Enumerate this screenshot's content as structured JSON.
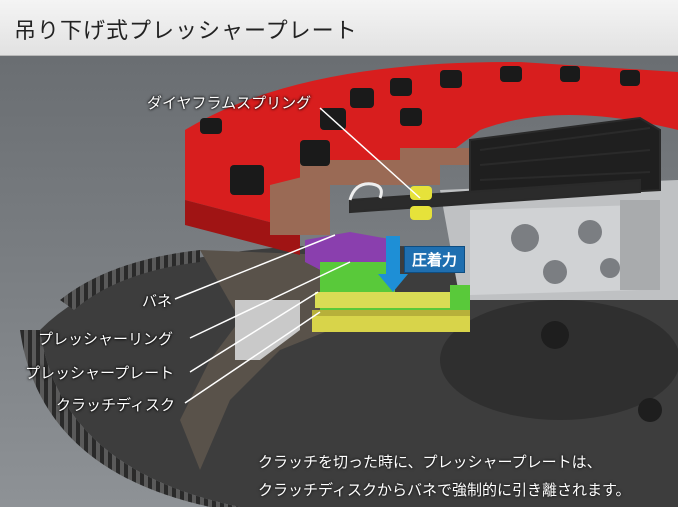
{
  "header": {
    "title": "吊り下げ式プレッシャープレート"
  },
  "labels": {
    "diaphragm_spring": "ダイヤフラムスプリング",
    "spring": "バネ",
    "pressure_ring": "プレッシャーリング",
    "pressure_plate": "プレッシャープレート",
    "clutch_disc": "クラッチディスク"
  },
  "force_badge": "圧着力",
  "caption": {
    "line1": "クラッチを切った時に、プレッシャープレートは、",
    "line2": "クラッチディスクからバネで強制的に引き離されます。"
  },
  "colors": {
    "cover_red": "#d81e1e",
    "friction_brown": "#9a6a55",
    "pressure_plate_yellow": "#d9dc55",
    "pressure_ring_purple": "#8a3fae",
    "spring_green": "#59c93a",
    "flywheel_dark": "#4a4a4a",
    "arrow_blue": "#1e8fd6"
  }
}
